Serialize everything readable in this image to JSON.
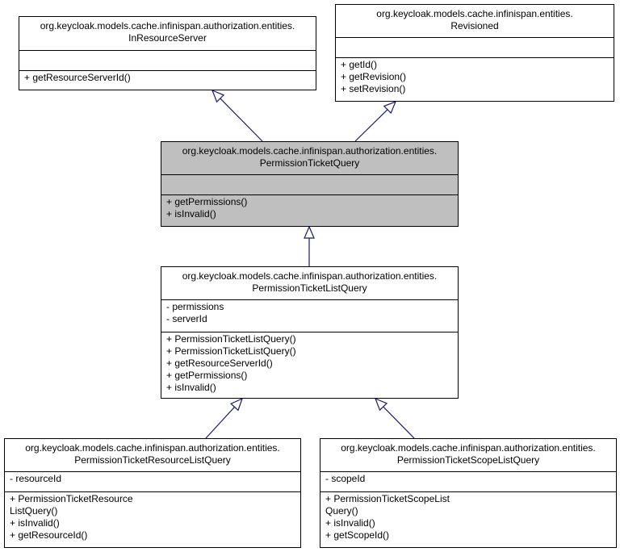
{
  "classes": [
    {
      "id": "in-resource-server",
      "title": [
        "org.keycloak.models.cache.infinispan.authorization.entities.",
        "InResourceServer"
      ],
      "attributes": [],
      "methods": [
        "+ getResourceServerId()"
      ]
    },
    {
      "id": "revisioned",
      "title": [
        "org.keycloak.models.cache.infinispan.entities.",
        "Revisioned"
      ],
      "attributes": [],
      "methods": [
        "+ getId()",
        "+ getRevision()",
        "+ setRevision()"
      ]
    },
    {
      "id": "permission-ticket-query",
      "title": [
        "org.keycloak.models.cache.infinispan.authorization.entities.",
        "PermissionTicketQuery"
      ],
      "attributes": [],
      "methods": [
        "+ getPermissions()",
        "+ isInvalid()"
      ],
      "highlighted": true
    },
    {
      "id": "permission-ticket-list-query",
      "title": [
        "org.keycloak.models.cache.infinispan.authorization.entities.",
        "PermissionTicketListQuery"
      ],
      "attributes": [
        "- permissions",
        "- serverId"
      ],
      "methods": [
        "+ PermissionTicketListQuery()",
        "+ PermissionTicketListQuery()",
        "+ getResourceServerId()",
        "+ getPermissions()",
        "+ isInvalid()"
      ]
    },
    {
      "id": "permission-ticket-resource-list-query",
      "title": [
        "org.keycloak.models.cache.infinispan.authorization.entities.",
        "PermissionTicketResourceListQuery"
      ],
      "attributes": [
        "- resourceId"
      ],
      "methods": [
        "+ PermissionTicketResource",
        "ListQuery()",
        "+ isInvalid()",
        "+ getResourceId()"
      ]
    },
    {
      "id": "permission-ticket-scope-list-query",
      "title": [
        "org.keycloak.models.cache.infinispan.authorization.entities.",
        "PermissionTicketScopeListQuery"
      ],
      "attributes": [
        "- scopeId"
      ],
      "methods": [
        "+ PermissionTicketScopeList",
        "Query()",
        "+ isInvalid()",
        "+ getScopeId()"
      ]
    }
  ],
  "colors": {
    "edge": "#191970",
    "highlight": "#bfbfbf"
  }
}
